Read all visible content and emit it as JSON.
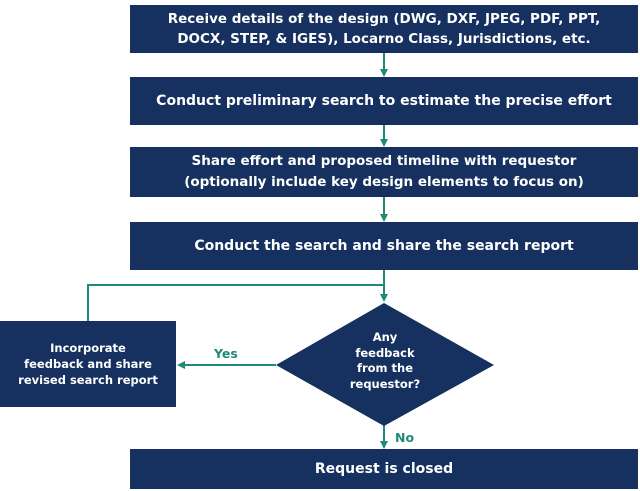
{
  "steps": {
    "receive_line1": "Receive details of the design (DWG, DXF, JPEG, PDF, PPT,",
    "receive_line2": "DOCX, STEP, & IGES), Locarno Class, Jurisdictions, etc.",
    "preliminary": "Conduct preliminary search to estimate the precise effort",
    "share_line1": "Share effort and proposed timeline with requestor",
    "share_line2": "(optionally include key design elements to focus on)",
    "conduct": "Conduct the search and share the search report",
    "incorporate_line1": "Incorporate",
    "incorporate_line2": "feedback and share",
    "incorporate_line3": "revised search report",
    "closed": "Request is closed"
  },
  "decision": {
    "line1": "Any",
    "line2": "feedback",
    "line3": "from the",
    "line4": "requestor?"
  },
  "labels": {
    "yes": "Yes",
    "no": "No"
  },
  "colors": {
    "box": "#16305f",
    "arrow": "#1f8a7a",
    "label": "#1f8a7a"
  }
}
